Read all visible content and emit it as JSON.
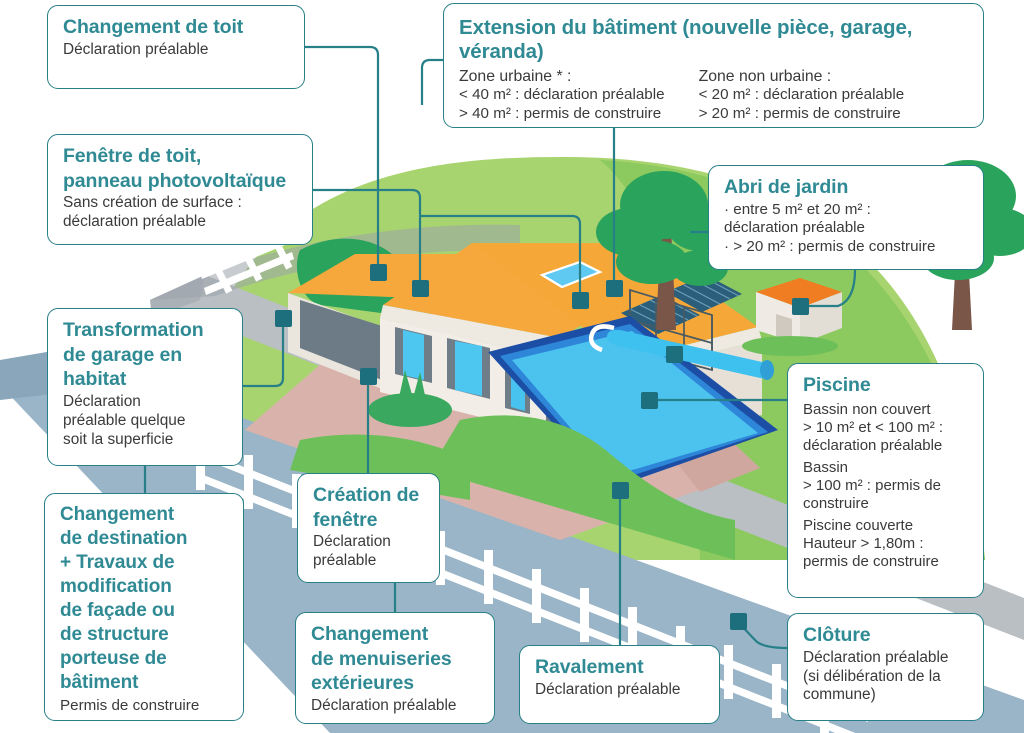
{
  "theme": {
    "accent_teal": "#2f8a94",
    "line_teal": "#277f88",
    "marker_teal": "#1d6f7e",
    "roof_orange": "#f6a83c",
    "shed_roof_orange": "#f07d22",
    "grass_light": "#8fc95f",
    "grass_mid": "#6cbf59",
    "grass_dark": "#27a05a",
    "tree_dark": "#1f9a52",
    "pool_water": "#4cc3ef",
    "pool_rim": "#1c4ea5",
    "road_blue": "#9cb6c6",
    "sidewalk_grey": "#b3b9be",
    "terrace_pink": "#d9b5ad",
    "wall_cream": "#f1ede6",
    "text_body": "#3a3a3a"
  },
  "cards": {
    "roof": {
      "title": "Changement de toit",
      "body": "Déclaration préalable"
    },
    "extension": {
      "title": "Extension du bâtiment (nouvelle pièce, garage, véranda)",
      "col_urban": {
        "heading": "Zone urbaine * :",
        "line1": "< 40 m² : déclaration préalable",
        "line2": "> 40 m² : permis de construire"
      },
      "col_non_urban": {
        "heading": "Zone non urbaine :",
        "line1": "< 20 m² : déclaration préalable",
        "line2": "> 20 m² : permis de construire"
      }
    },
    "skylight": {
      "title_line1": "Fenêtre de toit,",
      "title_line2": "panneau photovoltaïque",
      "body_line1": "Sans création de surface :",
      "body_line2": "déclaration préalable"
    },
    "shed": {
      "title": "Abri de jardin",
      "line1": "· entre 5 m² et 20 m² :",
      "line2": "déclaration préalable",
      "line3": "· > 20 m² : permis de construire"
    },
    "garage": {
      "title_line1": "Transformation",
      "title_line2": "de garage en",
      "title_line3": "habitat",
      "body_line1": "Déclaration",
      "body_line2": "préalable quelque",
      "body_line3": "soit la superficie"
    },
    "destination": {
      "title_line1": "Changement",
      "title_line2": "de destination",
      "title_line3": "+ Travaux de",
      "title_line4": "modification",
      "title_line5": "de façade ou",
      "title_line6": "de structure",
      "title_line7": "porteuse de",
      "title_line8": "bâtiment",
      "body": "Permis de construire"
    },
    "window": {
      "title_line1": "Création de",
      "title_line2": "fenêtre",
      "body_line1": "Déclaration",
      "body_line2": "préalable"
    },
    "joinery": {
      "title_line1": "Changement",
      "title_line2": "de menuiseries",
      "title_line3": "extérieures",
      "body": "Déclaration préalable"
    },
    "facade": {
      "title": "Ravalement",
      "body": "Déclaration préalable"
    },
    "pool": {
      "title": "Piscine",
      "sec1_heading": "Bassin non couvert",
      "sec1_line1": "> 10 m² et < 100  m² :",
      "sec1_line2": "déclaration préalable",
      "sec2_heading": "Bassin",
      "sec2_line1": "> 100 m² : permis de",
      "sec2_line2": "construire",
      "sec3_heading": "Piscine couverte",
      "sec3_line1": "Hauteur > 1,80m :",
      "sec3_line2": "permis de construire"
    },
    "fence": {
      "title": "Clôture",
      "line1": "Déclaration préalable",
      "line2": "(si délibération de la",
      "line3": "commune)"
    }
  },
  "illustration": {
    "scene_name": "maison-isometrique-avec-jardin-piscine-abri",
    "elements": [
      "hill",
      "road",
      "sidewalk",
      "fence",
      "house",
      "garage",
      "roof",
      "solar-panels",
      "skylight",
      "pergola",
      "pool",
      "pool-cover",
      "garden-shed",
      "trees",
      "shrubs",
      "terrace"
    ]
  }
}
